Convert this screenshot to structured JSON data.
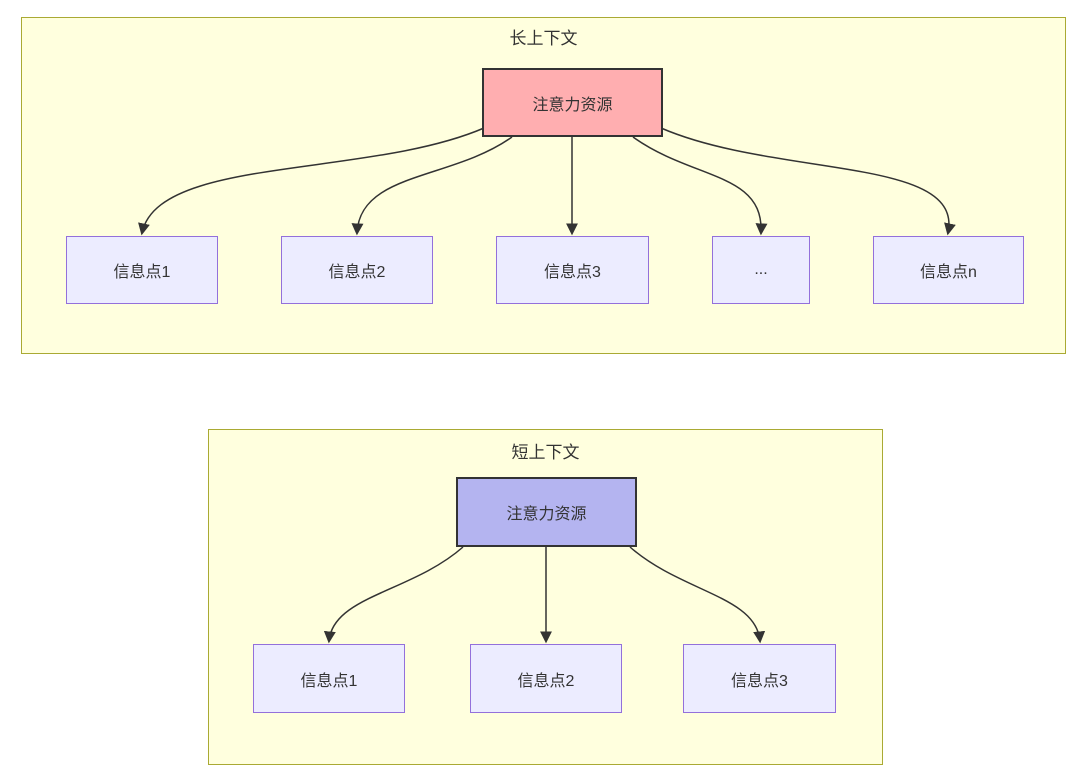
{
  "panels": [
    {
      "title": "长上下文",
      "root_label": "注意力资源",
      "children": [
        {
          "label": "信息点1"
        },
        {
          "label": "信息点2"
        },
        {
          "label": "信息点3"
        },
        {
          "label": "..."
        },
        {
          "label": "信息点n"
        }
      ]
    },
    {
      "title": "短上下文",
      "root_label": "注意力资源",
      "children": [
        {
          "label": "信息点1"
        },
        {
          "label": "信息点2"
        },
        {
          "label": "信息点3"
        }
      ]
    }
  ],
  "colors": {
    "panel_fill": "#ffffde",
    "panel_border": "#aaaa33",
    "info_node_fill": "#ececff",
    "info_node_border": "#9370db",
    "long_root_fill": "#ffaeb0",
    "short_root_fill": "#b4b4f0",
    "root_border": "#333333",
    "arrow": "#333333",
    "text": "#333333"
  }
}
